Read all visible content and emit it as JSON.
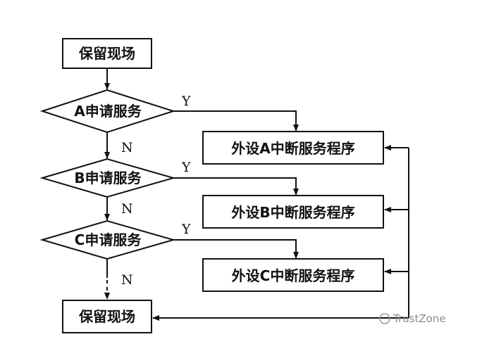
{
  "nodes": {
    "save_top": "保留现场",
    "decision_a": "A申请服务",
    "decision_b": "B申请服务",
    "decision_c": "C申请服务",
    "isr_a": "外设A中断服务程序",
    "isr_b": "外设B中断服务程序",
    "isr_c": "外设C中断服务程序",
    "save_bottom": "保留现场"
  },
  "edges": {
    "yes": "Y",
    "no": "N"
  },
  "watermark": "TrustZone"
}
